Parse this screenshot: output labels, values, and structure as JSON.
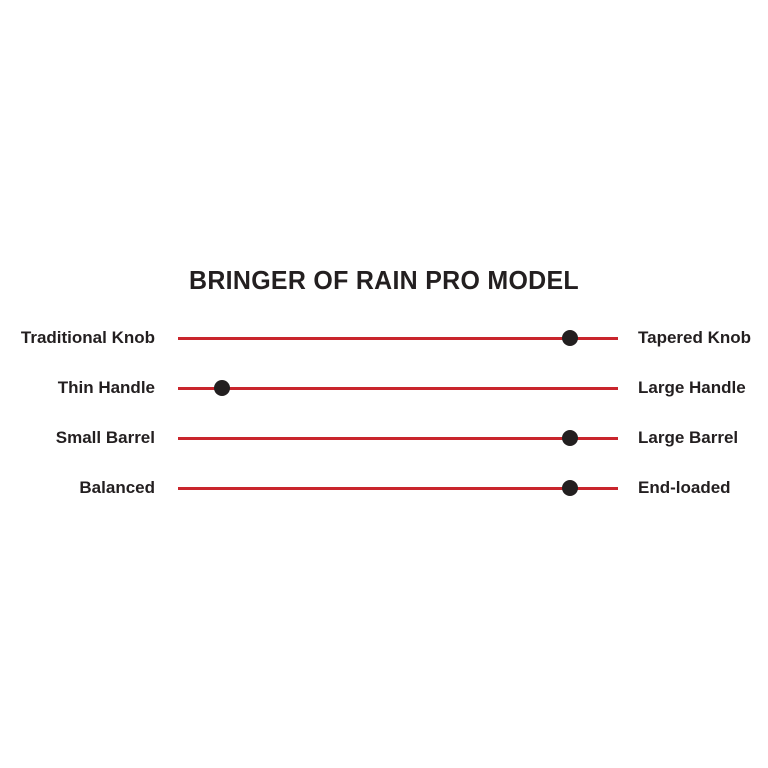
{
  "title": "BRINGER OF RAIN PRO MODEL",
  "colors": {
    "background": "#ffffff",
    "line": "#c9252c",
    "dot": "#231f20",
    "text": "#231f20"
  },
  "chart_data": {
    "type": "scatter",
    "title": "BRINGER OF RAIN PRO MODEL",
    "description": "Bat spec attribute scales between opposing traits; dot marks where this model falls on each 0-1 scale",
    "axis_range": [
      0,
      1
    ],
    "grid": false,
    "rows": [
      {
        "left_label": "Traditional Knob",
        "right_label": "Tapered Knob",
        "value": 0.89
      },
      {
        "left_label": "Thin Handle",
        "right_label": "Large Handle",
        "value": 0.1
      },
      {
        "left_label": "Small Barrel",
        "right_label": "Large Barrel",
        "value": 0.89
      },
      {
        "left_label": "Balanced",
        "right_label": "End-loaded",
        "value": 0.89
      }
    ]
  }
}
